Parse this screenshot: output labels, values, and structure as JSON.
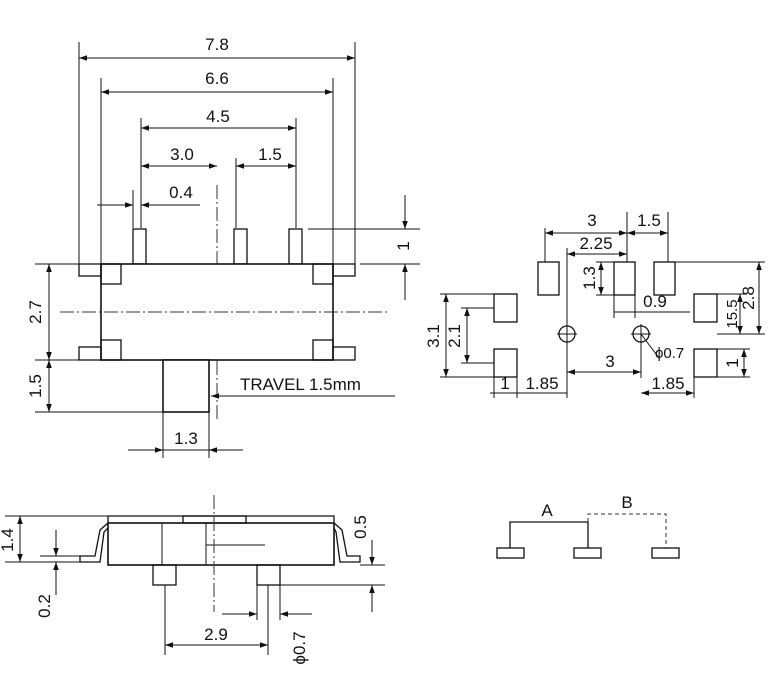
{
  "top_view": {
    "d_7_8": "7.8",
    "d_6_6": "6.6",
    "d_4_5": "4.5",
    "d_3_0": "3.0",
    "d_1_5": "1.5",
    "d_0_4": "0.4",
    "d_1": "1",
    "d_2_7": "2.7",
    "d_1_5_left": "1.5",
    "d_1_3": "1.3",
    "travel": "TRAVEL 1.5mm"
  },
  "footprint": {
    "d_3": "3",
    "d_1_5": "1.5",
    "d_2_25": "2.25",
    "d_1_3": "1.3",
    "d_0_9": "0.9",
    "d_15_5": "15.5",
    "d_2_8": "2.8",
    "d_3_1": "3.1",
    "d_2_1": "2.1",
    "d_3_bottom": "3",
    "hole": "ϕ0.7",
    "d_1_right": "1",
    "d_1_left": "1",
    "d_1_85_left": "1.85",
    "d_1_85_right": "1.85"
  },
  "side_view": {
    "d_1_4": "1.4",
    "d_0_2": "0.2",
    "d_0_5": "0.5",
    "d_2_9": "2.9",
    "d_phi_0_7": "ϕ0.7"
  },
  "circuit": {
    "label_a": "A",
    "label_b": "B"
  }
}
